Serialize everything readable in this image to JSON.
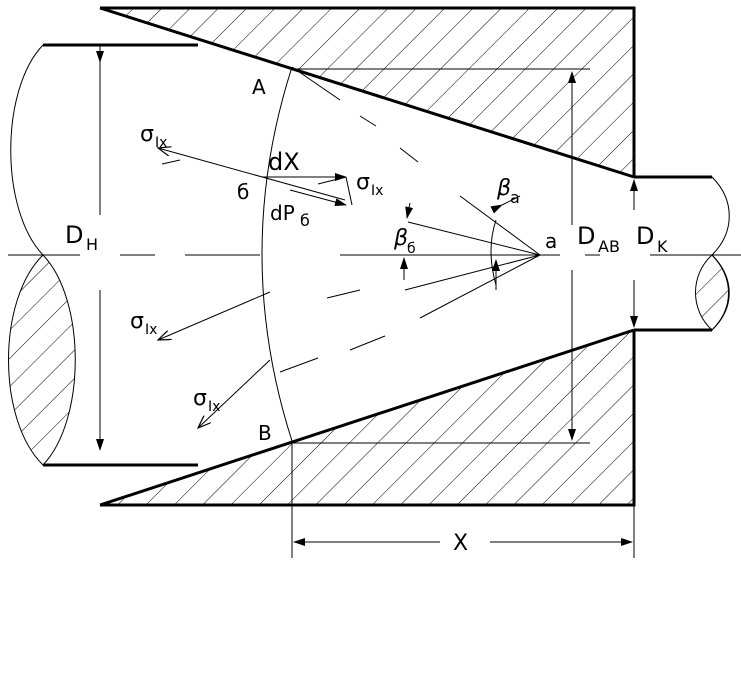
{
  "labels": {
    "point_a_upper": "A",
    "point_b_lower": "B",
    "point_apex": "a",
    "point_b_curve": "б",
    "d_h_main": "D",
    "d_h_sub": "Н",
    "d_ab_main": "D",
    "d_ab_sub": "AB",
    "d_k_main": "D",
    "d_k_sub": "K",
    "x_dim": "X",
    "dx_label": "dX",
    "dp_main": "dP",
    "dp_sub": "б",
    "sigma_main": "σ",
    "sigma_sub": "Ix",
    "beta": "β",
    "beta_a_sub": "a",
    "beta_b_sub": "б"
  }
}
